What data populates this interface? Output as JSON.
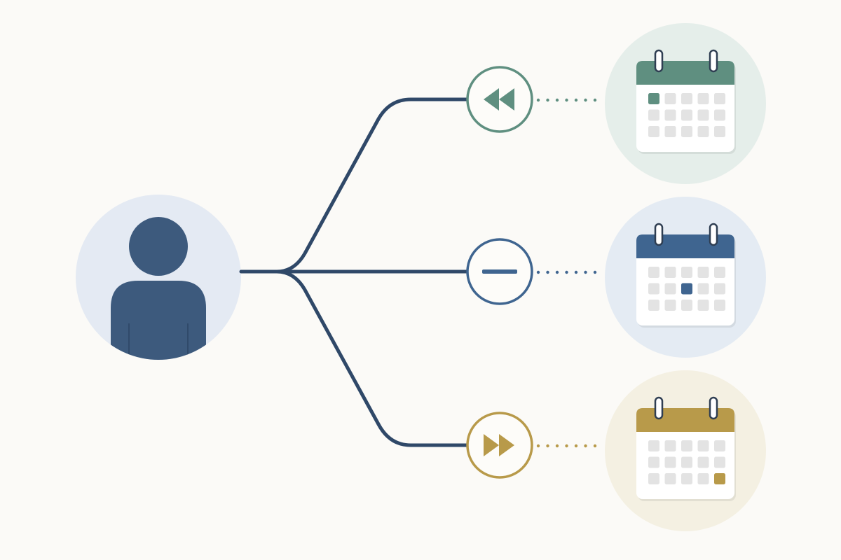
{
  "colors": {
    "background": "#fbfaf7",
    "connector": "#2f4868",
    "person_fill": "#3d5a7d",
    "person_bg": "#e4eaf3",
    "cell": "#e3e3e3",
    "calendar_body": "#ffffff"
  },
  "person": {
    "icon": "person-icon"
  },
  "branches": [
    {
      "key": "past",
      "icon": "rewind-icon",
      "accent": "#5f8f80",
      "bubble_bg": "#e5eeea",
      "highlight_cell": 0
    },
    {
      "key": "present",
      "icon": "minus-icon",
      "accent": "#3f6590",
      "bubble_bg": "#e4ebf3",
      "highlight_cell": 7
    },
    {
      "key": "future",
      "icon": "fast-forward-icon",
      "accent": "#b89a4a",
      "bubble_bg": "#f4f0e2",
      "highlight_cell": 14
    }
  ]
}
